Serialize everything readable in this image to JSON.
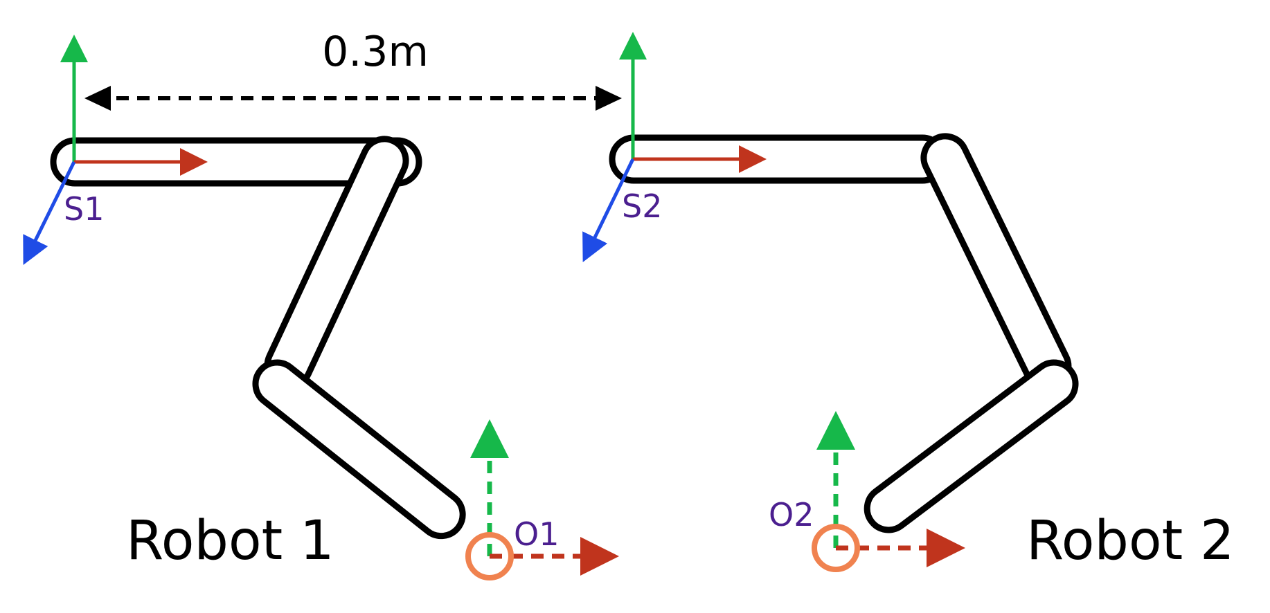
{
  "dimension": {
    "label": "0.3m"
  },
  "robots": [
    {
      "name": "Robot 1",
      "base_frame": "S1",
      "end_frame": "O1"
    },
    {
      "name": "Robot 2",
      "base_frame": "S2",
      "end_frame": "O2"
    }
  ],
  "colors": {
    "link_stroke": "#000000",
    "x_axis": "#c0341d",
    "y_axis": "#16b84a",
    "z_axis": "#1f4ce6",
    "frame_label": "#4b1f8f",
    "end_effector": "#f0824f"
  }
}
